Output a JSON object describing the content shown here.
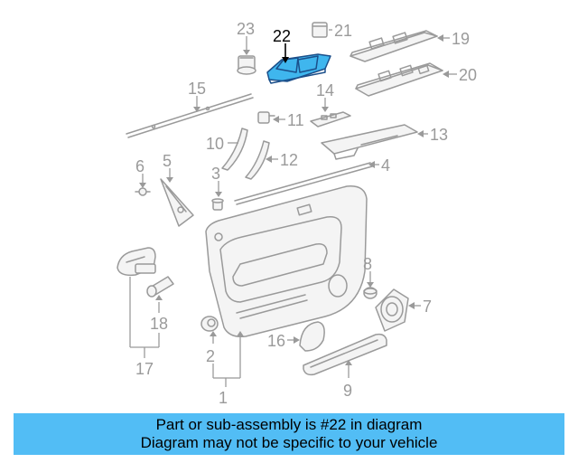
{
  "diagram": {
    "highlighted_part": "22",
    "callouts": [
      "1",
      "2",
      "3",
      "4",
      "5",
      "6",
      "7",
      "8",
      "9",
      "10",
      "11",
      "12",
      "13",
      "14",
      "15",
      "16",
      "17",
      "18",
      "19",
      "20",
      "21",
      "22",
      "23"
    ]
  },
  "banner": {
    "line1": "Part or sub-assembly is #22 in diagram",
    "line2": "Diagram may not be specific to your vehicle"
  },
  "colors": {
    "highlight": "#3fb6ee",
    "banner_background": "#52bdf5",
    "line_art": "#9a9a9a"
  }
}
